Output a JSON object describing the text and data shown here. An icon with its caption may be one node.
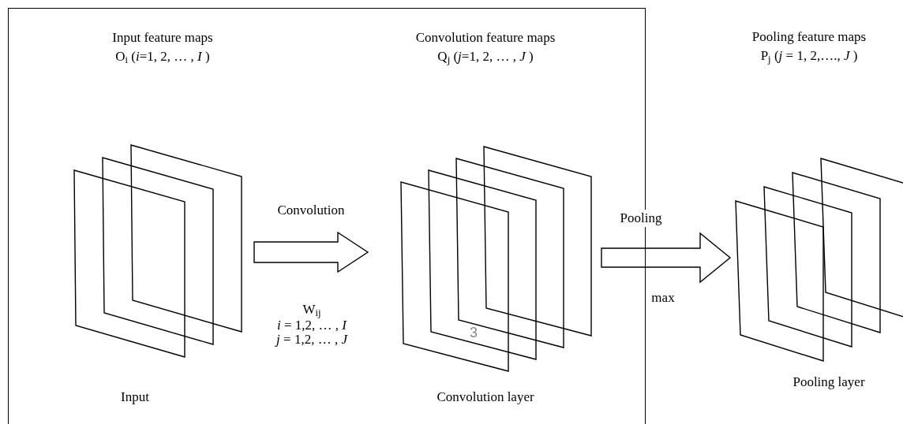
{
  "diagram": {
    "nodes": [
      {
        "text": [],
        "shape": "box"
      },
      {
        "text": [
          "Input feature maps",
          "O$_{i}$ (*i*=1, 2, … , *I* )",
          "Input"
        ],
        "in": 0
      },
      {
        "text": [
          "Convolution feature maps",
          "Q$_{j}$ (*j*=1, 2, … , *J* )",
          "Convolution layer"
        ],
        "in": 0
      },
      {
        "text": [
          "Pooling feature maps",
          "P$_{j}$ (*j* = 1, 2,…., *J* )",
          "Pooling layer"
        ]
      }
    ],
    "edges": [
      {
        "from": 1,
        "to": 2,
        "arrow": "to",
        "label": "Convolution"
      },
      {
        "from": 2,
        "to": 3,
        "arrow": "to",
        "label": "Pooling"
      }
    ],
    "labels": [
      "W$_{ij}$",
      "*i* = 1,2, … , *I*",
      "*j* = 1,2, … , *J*",
      "3",
      "max"
    ]
  }
}
